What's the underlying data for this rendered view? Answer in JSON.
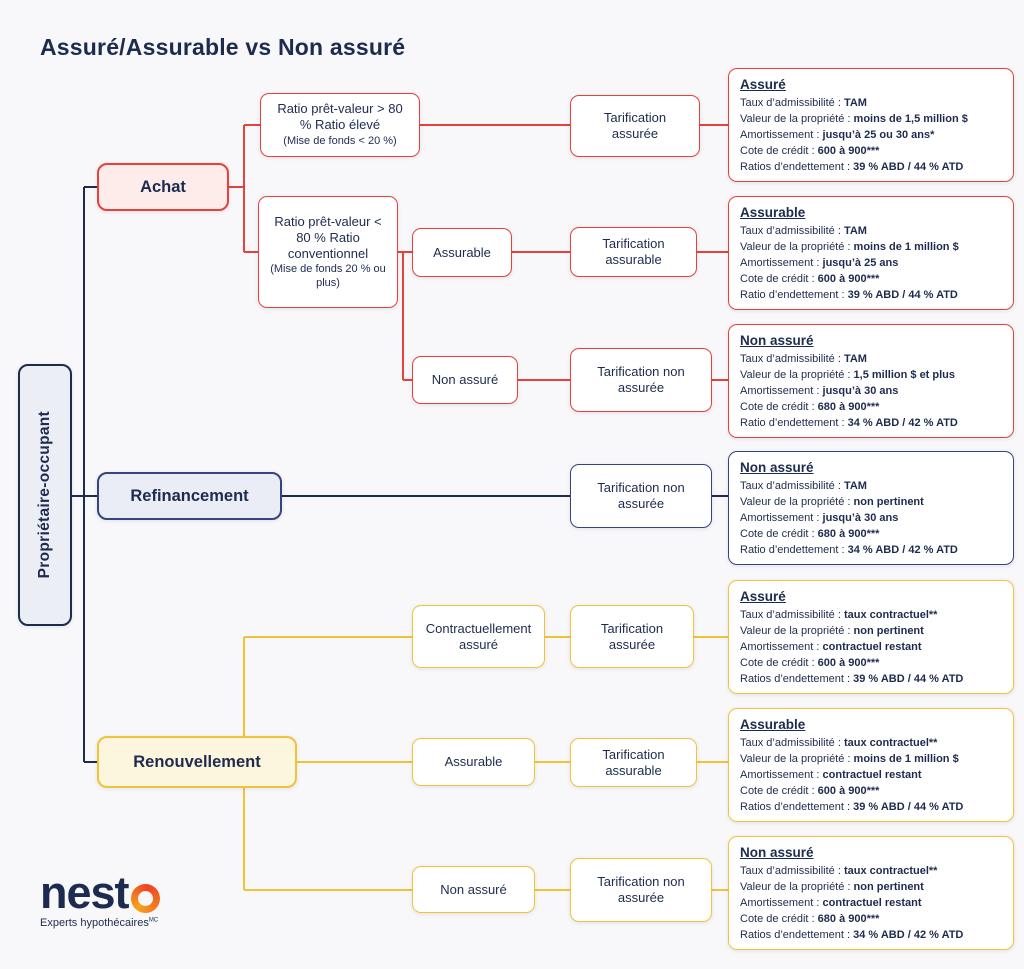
{
  "title": "Assuré/Assurable vs Non assuré",
  "root_label": "Propriétaire-occupant",
  "branches": {
    "achat": "Achat",
    "refinancement": "Refinancement",
    "renouvellement": "Renouvellement"
  },
  "nodes": {
    "ratio_eleve": {
      "text": "Ratio prêt-valeur > 80 % Ratio élevé",
      "note": "(Mise de fonds < 20 %)"
    },
    "ratio_conventionnel": {
      "text": "Ratio prêt-valeur < 80 % Ratio conventionnel",
      "note": "(Mise de fonds 20 % ou plus)"
    },
    "achat_assurable": "Assurable",
    "achat_non_assure": "Non assuré",
    "renou_contractuel": "Contractuellement assuré",
    "renou_assurable": "Assurable",
    "renou_non_assure": "Non assuré"
  },
  "tarifs": {
    "achat_assuree": "Tarification assurée",
    "achat_assurable": "Tarification assurable",
    "achat_non_assuree": "Tarification non assurée",
    "refi_non_assuree": "Tarification non assurée",
    "renou_assuree": "Tarification assurée",
    "renou_assurable": "Tarification assurable",
    "renou_non_assuree": "Tarification non assurée"
  },
  "cards": [
    {
      "title": "Assuré",
      "rows": [
        {
          "label": "Taux d’admissibilité :",
          "value": "TAM"
        },
        {
          "label": "Valeur de la propriété :",
          "value": "moins de 1,5 million $"
        },
        {
          "label": "Amortissement :",
          "value": "jusqu’à 25 ou 30 ans*"
        },
        {
          "label": "Cote de crédit :",
          "value": "600 à 900***"
        },
        {
          "label": "Ratios d’endettement :",
          "value": "39 % ABD / 44 % ATD"
        }
      ]
    },
    {
      "title": "Assurable",
      "rows": [
        {
          "label": "Taux d’admissibilité :",
          "value": "TAM"
        },
        {
          "label": "Valeur de la propriété :",
          "value": "moins de 1 million $"
        },
        {
          "label": "Amortissement :",
          "value": "jusqu’à 25 ans"
        },
        {
          "label": "Cote de crédit :",
          "value": "600 à 900***"
        },
        {
          "label": "Ratio d’endettement :",
          "value": "39 % ABD / 44 % ATD"
        }
      ]
    },
    {
      "title": "Non assuré",
      "rows": [
        {
          "label": "Taux d’admissibilité :",
          "value": "TAM"
        },
        {
          "label": "Valeur de la propriété :",
          "value": "1,5 million $ et plus"
        },
        {
          "label": "Amortissement :",
          "value": "jusqu’à 30 ans"
        },
        {
          "label": "Cote de crédit :",
          "value": "680 à 900***"
        },
        {
          "label": "Ratio d’endettement :",
          "value": "34 % ABD / 42 % ATD"
        }
      ]
    },
    {
      "title": "Non assuré",
      "rows": [
        {
          "label": "Taux d’admissibilité :",
          "value": "TAM"
        },
        {
          "label": "Valeur de la propriété :",
          "value": "non pertinent"
        },
        {
          "label": "Amortissement :",
          "value": "jusqu’à 30 ans"
        },
        {
          "label": "Cote de crédit :",
          "value": "680 à 900***"
        },
        {
          "label": "Ratio d’endettement :",
          "value": "34 % ABD / 42 % ATD"
        }
      ]
    },
    {
      "title": "Assuré",
      "rows": [
        {
          "label": "Taux d’admissibilité :",
          "value": "taux contractuel**"
        },
        {
          "label": "Valeur de la propriété :",
          "value": "non pertinent"
        },
        {
          "label": "Amortissement :",
          "value": "contractuel restant"
        },
        {
          "label": "Cote de crédit :",
          "value": "600 à 900***"
        },
        {
          "label": "Ratios d’endettement :",
          "value": "39 % ABD / 44 % ATD"
        }
      ]
    },
    {
      "title": "Assurable",
      "rows": [
        {
          "label": "Taux d’admissibilité :",
          "value": "taux contractuel**"
        },
        {
          "label": "Valeur de la propriété :",
          "value": "moins de 1 million $"
        },
        {
          "label": "Amortissement :",
          "value": "contractuel restant"
        },
        {
          "label": "Cote de crédit :",
          "value": "600 à 900***"
        },
        {
          "label": "Ratios d’endettement :",
          "value": "39 % ABD / 44 % ATD"
        }
      ]
    },
    {
      "title": "Non assuré",
      "rows": [
        {
          "label": "Taux d’admissibilité :",
          "value": "taux contractuel**"
        },
        {
          "label": "Valeur de la propriété :",
          "value": "non pertinent"
        },
        {
          "label": "Amortissement :",
          "value": "contractuel restant"
        },
        {
          "label": "Cote de crédit :",
          "value": "680 à 900***"
        },
        {
          "label": "Ratios d’endettement :",
          "value": "34 % ABD / 42 % ATD"
        }
      ]
    }
  ],
  "logo": {
    "brand": "nesto",
    "brand_prefix": "nest",
    "tagline": "Experts hypothécaires",
    "tm": "MC"
  },
  "colors": {
    "navy": "#1d2b4e",
    "red": "#e8403a",
    "blue": "#33457c",
    "yellow": "#f0c338",
    "page_bg": "#f8f8fa"
  }
}
